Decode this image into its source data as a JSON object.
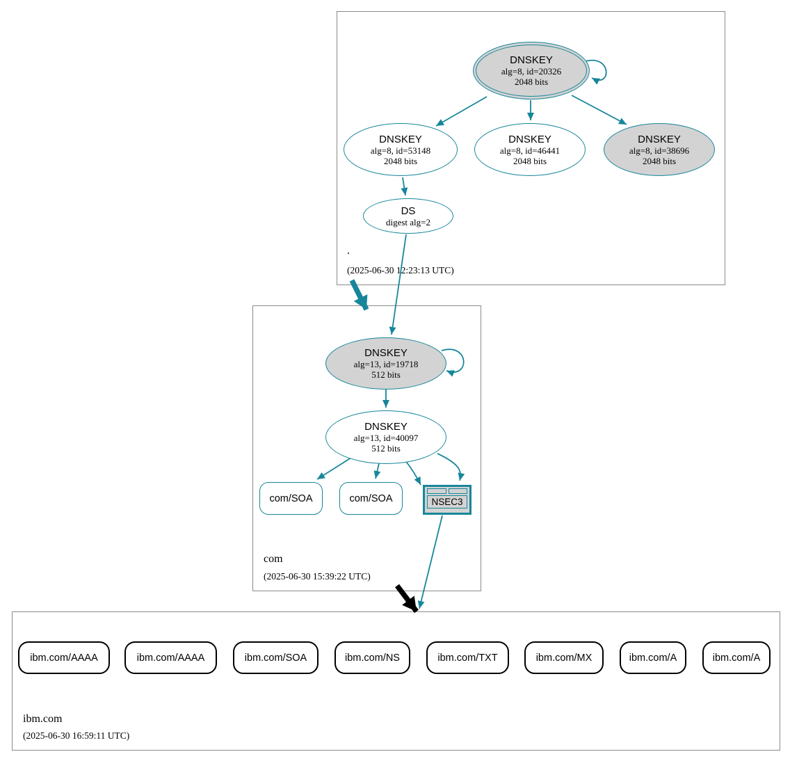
{
  "diagram": {
    "type": "dnssec-authentication-chain",
    "colors": {
      "secure_teal": "#17869a",
      "node_fill_gray": "#d3d3d3",
      "insecure_black": "#000000",
      "zone_box_border": "#8a8a8a"
    },
    "zones": {
      "root": {
        "label": ".",
        "timestamp": "(2025-06-30 12:23:13 UTC)",
        "nodes": {
          "ksk20326": {
            "title": "DNSKEY",
            "line2": "alg=8, id=20326",
            "line3": "2048 bits"
          },
          "zsk53148": {
            "title": "DNSKEY",
            "line2": "alg=8, id=53148",
            "line3": "2048 bits"
          },
          "zsk46441": {
            "title": "DNSKEY",
            "line2": "alg=8, id=46441",
            "line3": "2048 bits"
          },
          "ksk38696": {
            "title": "DNSKEY",
            "line2": "alg=8, id=38696",
            "line3": "2048 bits"
          },
          "ds": {
            "title": "DS",
            "line2": "digest alg=2"
          }
        }
      },
      "com": {
        "label": "com",
        "timestamp": "(2025-06-30 15:39:22 UTC)",
        "nodes": {
          "ksk19718": {
            "title": "DNSKEY",
            "line2": "alg=13, id=19718",
            "line3": "512 bits"
          },
          "zsk40097": {
            "title": "DNSKEY",
            "line2": "alg=13, id=40097",
            "line3": "512 bits"
          },
          "soa1": {
            "label": "com/SOA"
          },
          "soa2": {
            "label": "com/SOA"
          },
          "nsec3": {
            "label": "NSEC3"
          }
        }
      },
      "ibm": {
        "label": "ibm.com",
        "timestamp": "(2025-06-30 16:59:11 UTC)",
        "rrsets": [
          {
            "label": "ibm.com/AAAA"
          },
          {
            "label": "ibm.com/AAAA"
          },
          {
            "label": "ibm.com/SOA"
          },
          {
            "label": "ibm.com/NS"
          },
          {
            "label": "ibm.com/TXT"
          },
          {
            "label": "ibm.com/MX"
          },
          {
            "label": "ibm.com/A"
          },
          {
            "label": "ibm.com/A"
          }
        ]
      }
    }
  }
}
